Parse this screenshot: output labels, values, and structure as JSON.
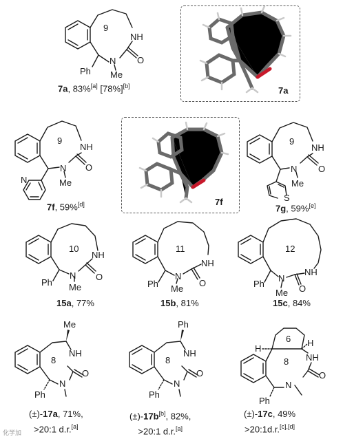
{
  "compounds": [
    {
      "id": "7a",
      "ring": "9",
      "subst": "Ph",
      "nsub": "Me",
      "yield": "83%",
      "note1": "[a]",
      "extra": "[78%]",
      "note2": "[b]"
    },
    {
      "id": "7f",
      "ring": "9",
      "subst": "",
      "nsub": "Me",
      "yield": "59%",
      "note1": "[d]"
    },
    {
      "id": "7g",
      "ring": "9",
      "subst": "",
      "nsub": "Me",
      "yield": "59%",
      "note1": "[e]"
    },
    {
      "id": "15a",
      "ring": "10",
      "subst": "Ph",
      "nsub": "Me",
      "yield": "77%"
    },
    {
      "id": "15b",
      "ring": "11",
      "subst": "Ph",
      "nsub": "Me",
      "yield": "81%"
    },
    {
      "id": "15c",
      "ring": "12",
      "subst": "Ph",
      "nsub": "Me",
      "yield": "84%"
    },
    {
      "id": "17a",
      "ring": "8",
      "subst": "Ph",
      "top": "Me",
      "prefix": "(±)-",
      "yield": "71%,",
      "dr": ">20:1 d.r.",
      "note1": "[a]"
    },
    {
      "id": "17b",
      "ring": "8",
      "subst": "Ph",
      "top": "Ph",
      "prefix": "(±)-",
      "yield": "82%,",
      "dr": ">20:1 d.r.",
      "note0": "[b]",
      "note1": "[a]"
    },
    {
      "id": "17c",
      "ring": "8",
      "inner": "6",
      "subst": "Ph",
      "prefix": "(±)-",
      "yield": "49%",
      "dr": ">20:1d.r.",
      "note1": "[c],[d]"
    }
  ],
  "atoms": {
    "nh": "NH",
    "n": "N",
    "o": "O",
    "s": "S",
    "h": "H",
    "me": "Me",
    "ph": "Ph"
  },
  "crystals": [
    {
      "label": "7a"
    },
    {
      "label": "7f"
    }
  ],
  "colors": {
    "oxygen": "#c8182a",
    "carbon": "#7b7b7b",
    "hydrogen": "#c9c9c9"
  },
  "watermark": "化学加"
}
